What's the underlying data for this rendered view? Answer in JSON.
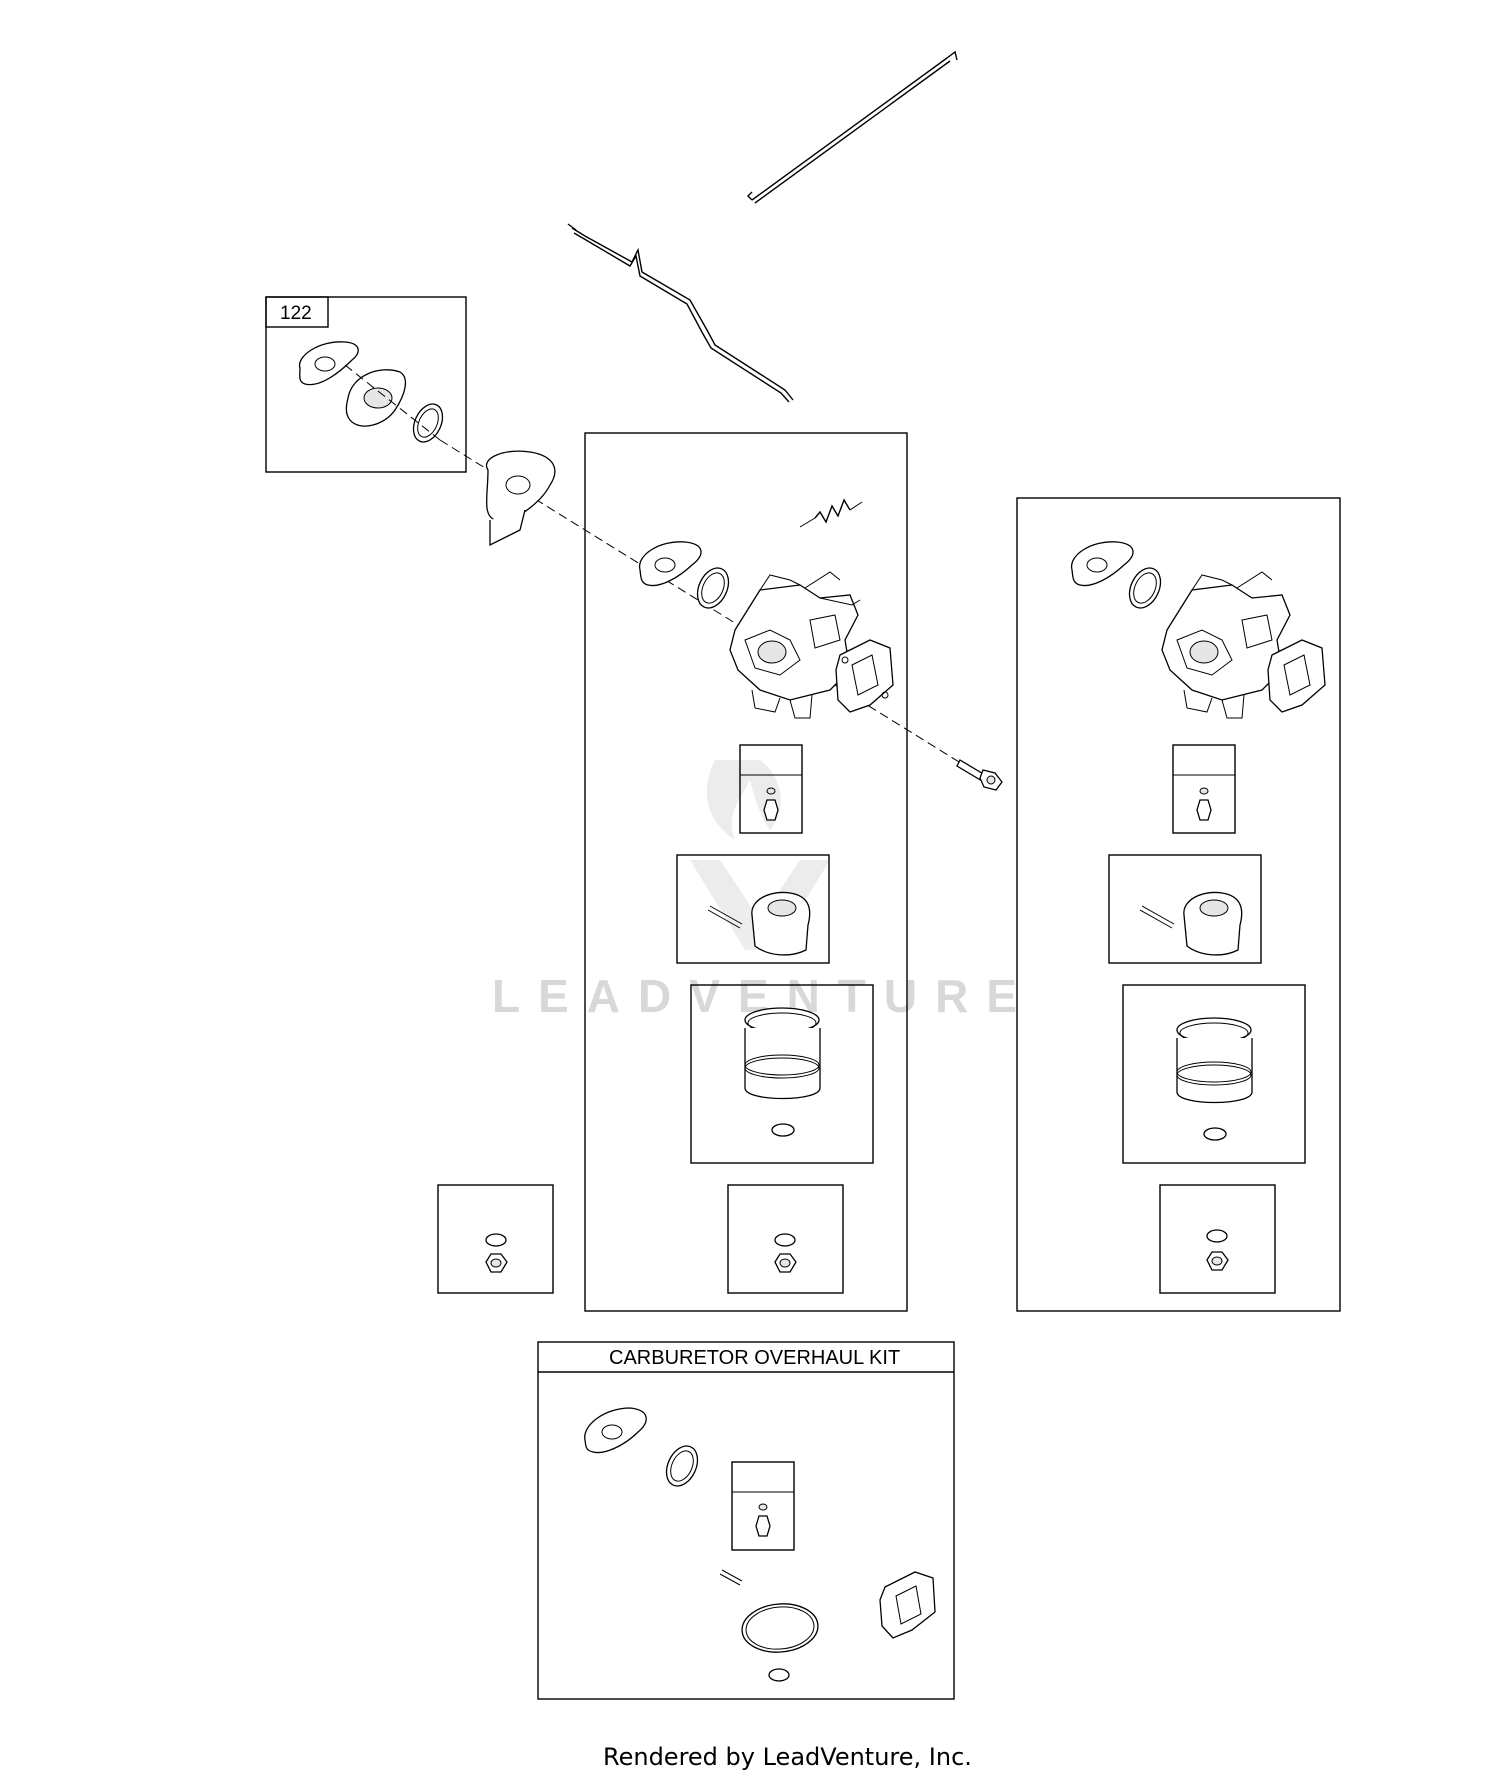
{
  "callouts": {
    "ref_122": "122"
  },
  "kit": {
    "title": "CARBURETOR OVERHAUL KIT"
  },
  "watermark": {
    "text": "LEADVENTURE",
    "color": "#d8d8d8"
  },
  "footer": {
    "credit": "Rendered by LeadVenture, Inc."
  },
  "colors": {
    "line": "#000000",
    "background": "#ffffff"
  }
}
